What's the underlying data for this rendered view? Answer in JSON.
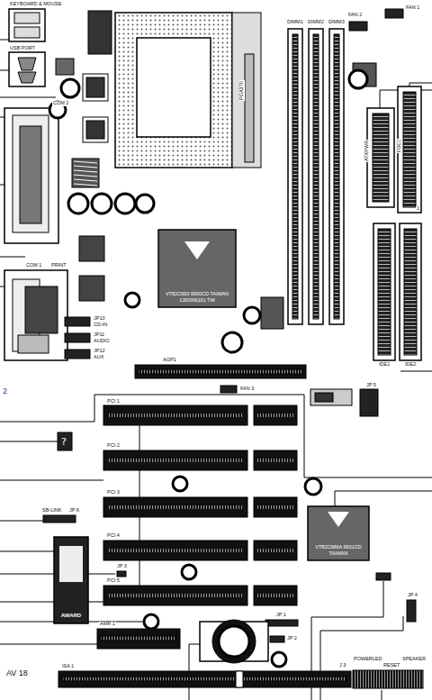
{
  "diagram": {
    "nodes": [
      {
        "text": [
          "VT82C693 9930CD TAIWAN 13D0N6101 TW"
        ]
      },
      {
        "text": [
          "VT82C686A 9931CD TAIWAN"
        ]
      },
      {
        "text": [
          "AWARD"
        ]
      }
    ],
    "labels": [
      "KEYBOARD & MOUSE",
      "USB PORT",
      "COM 2",
      "PGA370",
      "DIMM1",
      "DIMM2",
      "DIMM3",
      "FAN 2",
      "FAN 1",
      "ATXPWR",
      "FDC1",
      "1",
      "COM 1",
      "PRINT",
      "JP10",
      "CD-IN",
      "JP11",
      "AUDIO",
      "JP12",
      "AUX",
      "IDE1",
      "IDE2",
      "AGP1",
      "FAN 3",
      "JP 5",
      "2",
      "PCI 1",
      "PCI 2",
      "PCI 3",
      "PCI 4",
      "PCI 5",
      "SB-LINK",
      "JP 6",
      "JP 3",
      "JP 4",
      "AMR 1",
      "JP 1",
      "JP 2",
      "ISA 1",
      "AV 18",
      "J 3",
      "POWERLED",
      "RESET",
      "SPEAKER"
    ]
  }
}
